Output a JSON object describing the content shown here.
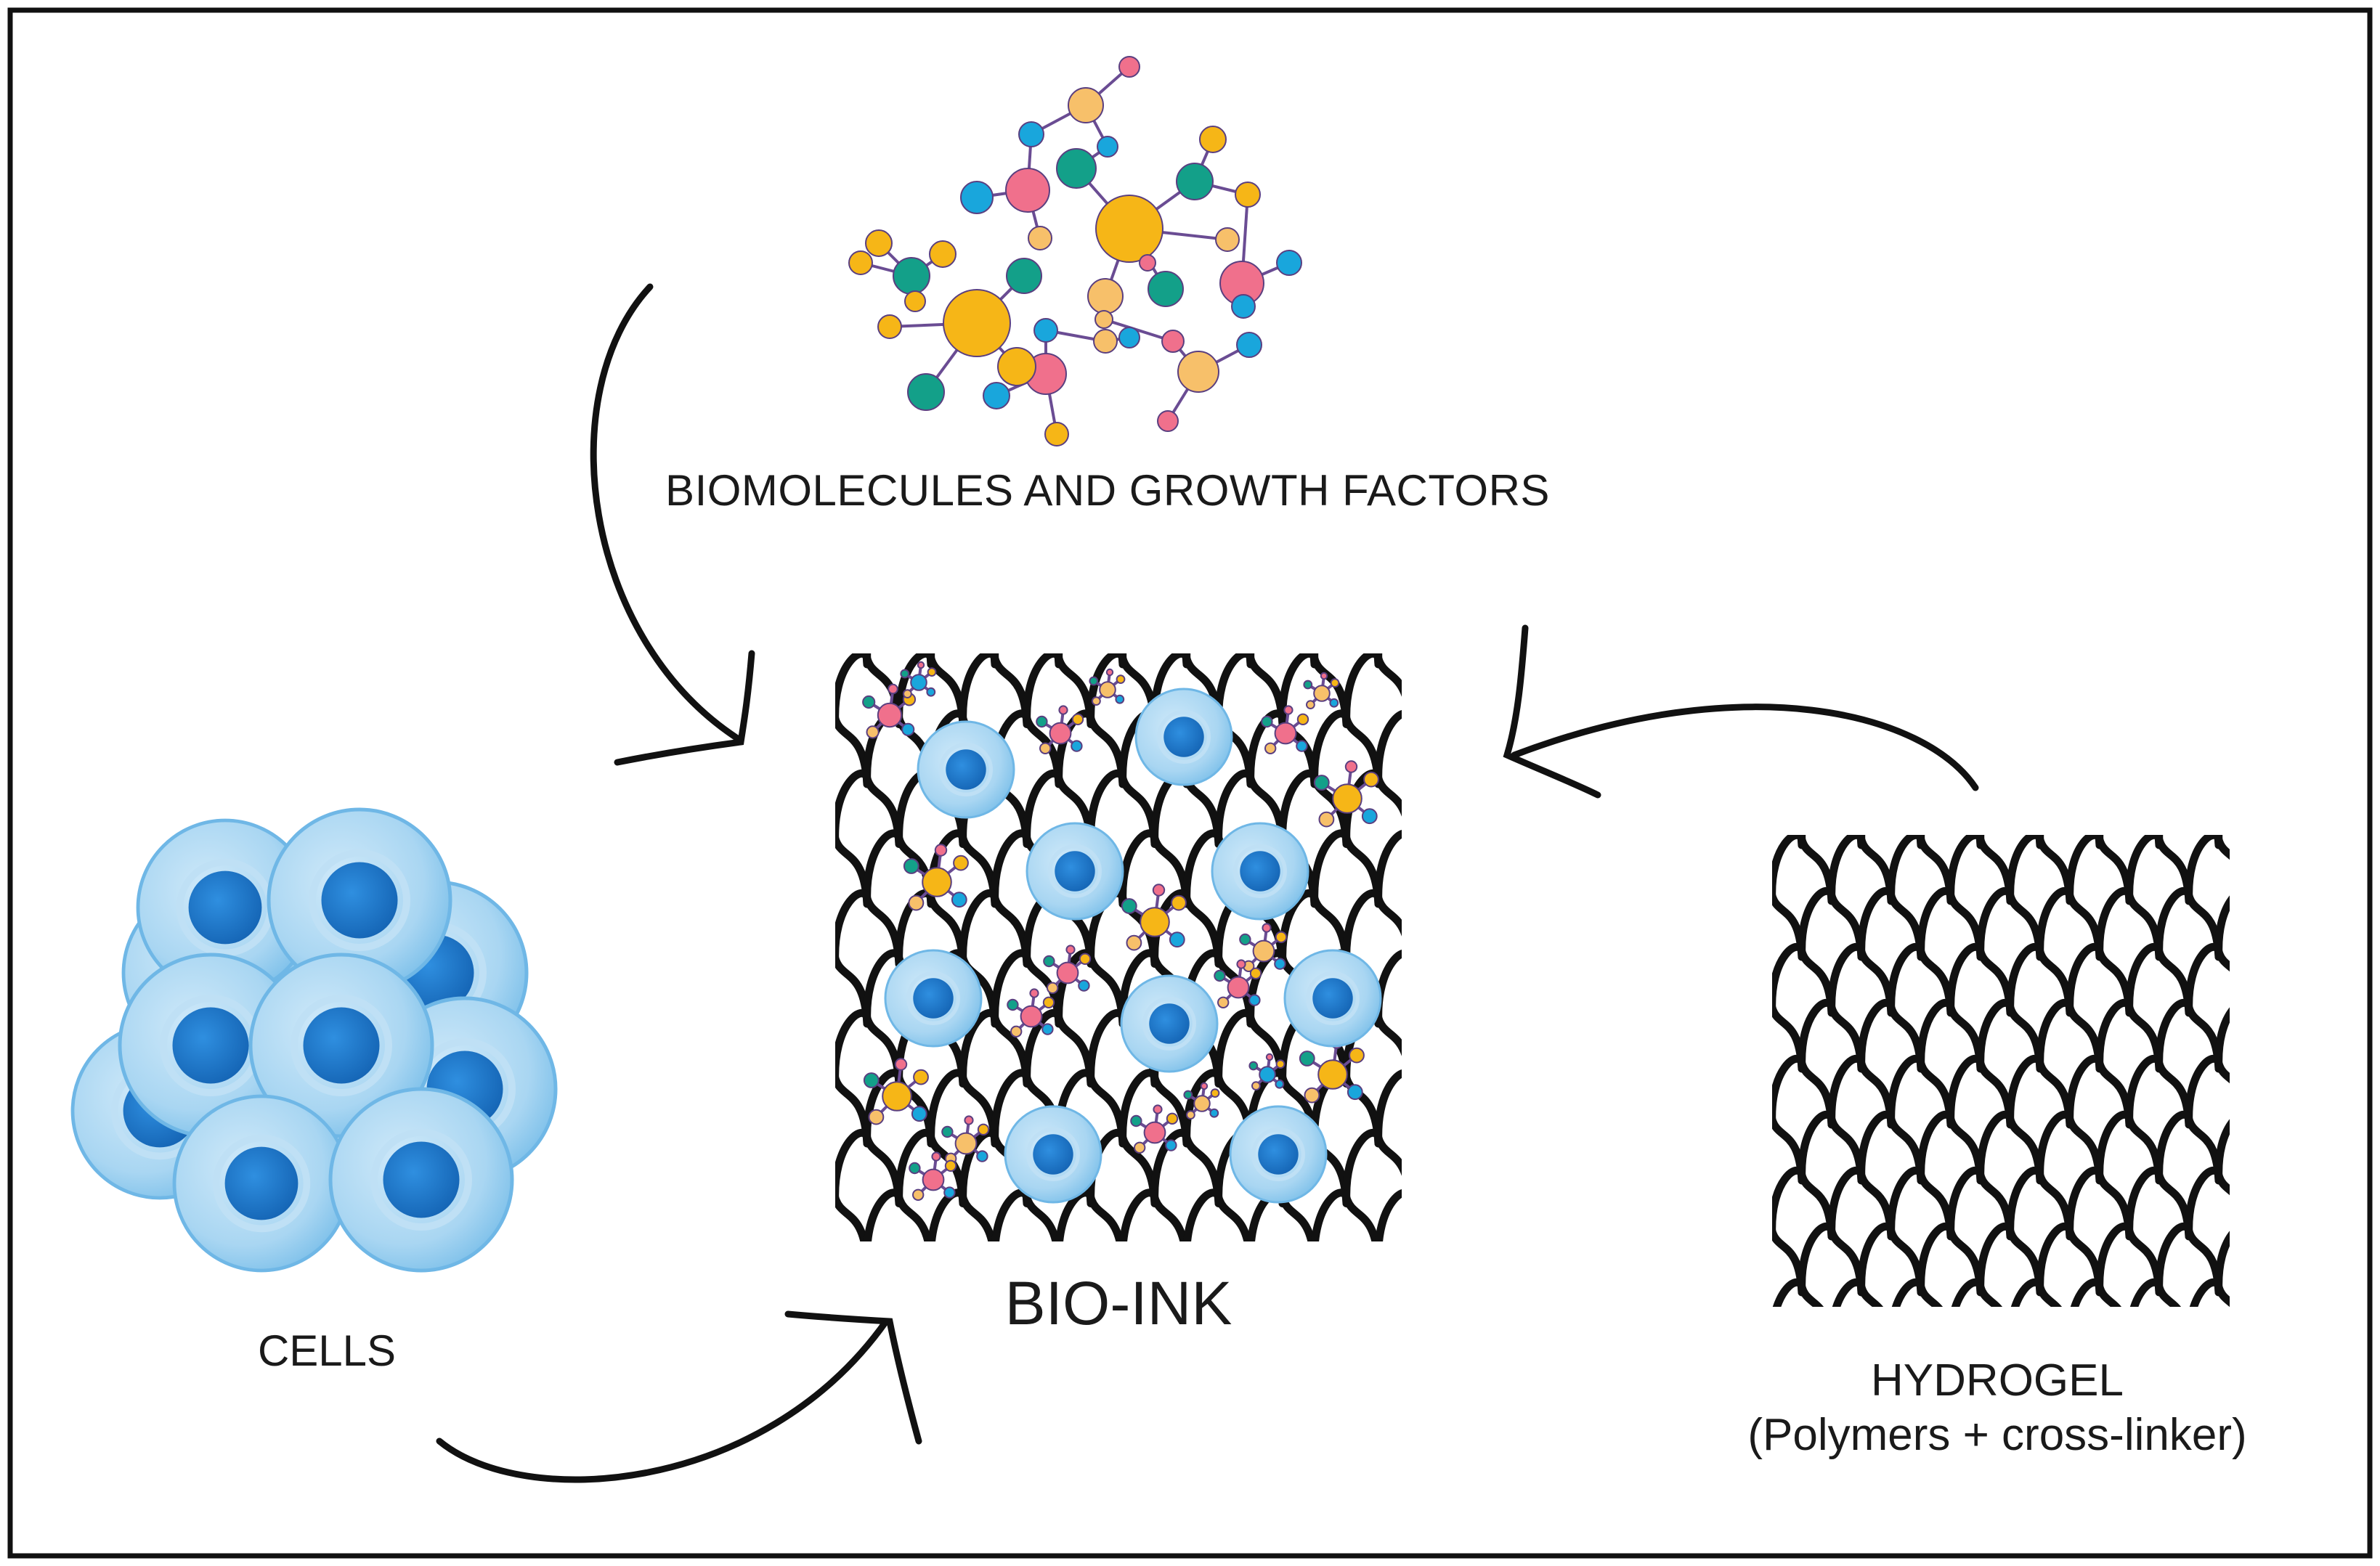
{
  "diagram": {
    "center": {
      "label": "BIO-INK"
    },
    "biomolecules": {
      "label": "BIOMOLECULES AND GROWTH FACTORS"
    },
    "cells": {
      "label": "CELLS"
    },
    "hydrogel": {
      "label": "HYDROGEL",
      "sublabel": "(Polymers + cross-linker)"
    }
  },
  "colors": {
    "frame": "#111111",
    "mesh": "#111111",
    "cell_outer": "#a9d6f2",
    "cell_ring": "#6fb7e6",
    "cell_nucleus": "#1f78c8",
    "atom_yellow": "#f6b617",
    "atom_teal": "#13a089",
    "atom_pink": "#f0708c",
    "atom_blue": "#19a6dc",
    "atom_peach": "#f7c06a"
  }
}
